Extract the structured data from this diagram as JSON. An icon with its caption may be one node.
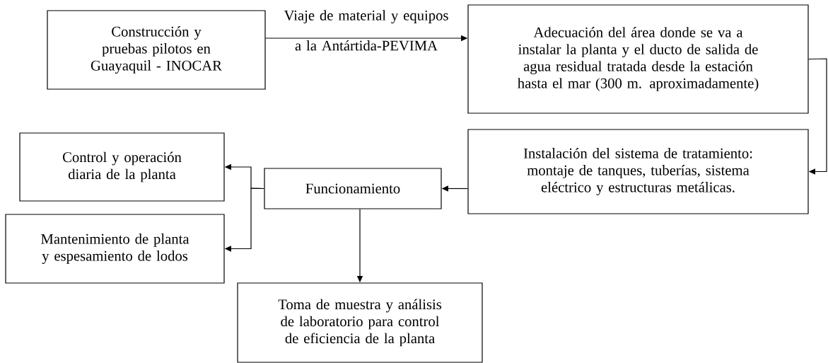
{
  "diagram": {
    "nodes": [
      {
        "text": [
          "Construcción y pruebas pilotos en Guayaquil - INOCAR"
        ]
      },
      {
        "text": [
          "Adecuación del área donde se va a instalar la planta y el ducto de salida de agua residual tratada desde la estación hasta el mar (300 m. aproximadamente)"
        ]
      },
      {
        "text": [
          "Instalación del sistema de tratamiento: montaje de tanques, tuberías, sistema eléctrico y estructuras metálicas."
        ]
      },
      {
        "text": [
          "Funcionamiento"
        ]
      },
      {
        "text": [
          "Control y operación diaria de la planta"
        ]
      },
      {
        "text": [
          "Mantenimiento de planta y espesamiento de lodos"
        ]
      },
      {
        "text": [
          "Toma de muestra y análisis de laboratorio para control de eficiencia de la planta"
        ]
      }
    ],
    "edges": [
      {
        "from": 0,
        "to": 1,
        "arrow": "to",
        "label": "Viaje de material y equipos a la Antártida-PEVIMA"
      },
      {
        "from": 1,
        "to": 2,
        "arrow": "to"
      },
      {
        "from": 2,
        "to": 3,
        "arrow": "to"
      },
      {
        "from": 3,
        "to": 4,
        "arrow": "to"
      },
      {
        "from": 3,
        "to": 5,
        "arrow": "to"
      },
      {
        "from": 3,
        "to": 6,
        "arrow": "to"
      }
    ]
  }
}
